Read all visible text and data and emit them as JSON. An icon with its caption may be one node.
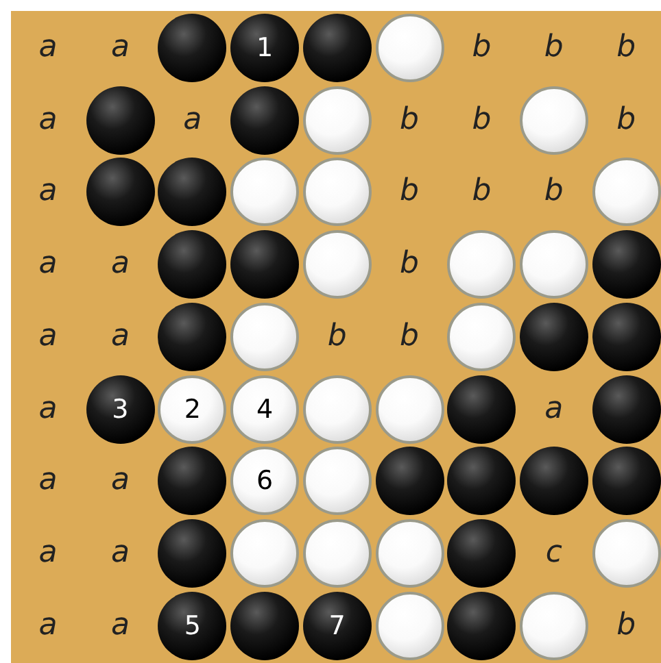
{
  "diagram": {
    "nodes": [
      {
        "text": [],
        "shape": "circle"
      },
      {
        "text": [
          "1"
        ]
      },
      {
        "text": [],
        "shape": "circle"
      },
      {
        "text": [],
        "shape": "circle"
      },
      {
        "text": [],
        "shape": "circle"
      },
      {
        "text": [],
        "shape": "circle"
      },
      {
        "text": [],
        "shape": "circle"
      },
      {
        "text": [],
        "shape": "circle"
      },
      {
        "text": [],
        "shape": "circle"
      },
      {
        "text": [],
        "shape": "circle"
      },
      {
        "text": [],
        "shape": "circle"
      },
      {
        "text": [],
        "shape": "circle"
      },
      {
        "text": [],
        "shape": "circle"
      },
      {
        "text": [],
        "shape": "circle"
      },
      {
        "text": [],
        "shape": "circle"
      },
      {
        "text": [],
        "shape": "circle"
      },
      {
        "text": [],
        "shape": "circle"
      },
      {
        "text": [],
        "shape": "circle"
      },
      {
        "text": [],
        "shape": "circle"
      },
      {
        "text": [],
        "shape": "circle"
      },
      {
        "text": [],
        "shape": "circle"
      },
      {
        "text": [],
        "shape": "circle"
      },
      {
        "text": [],
        "shape": "circle"
      },
      {
        "text": [],
        "shape": "circle"
      },
      {
        "text": [
          "3"
        ]
      },
      {
        "text": [
          "2"
        ]
      },
      {
        "text": [
          "4"
        ]
      },
      {
        "text": [],
        "shape": "circle"
      },
      {
        "text": [],
        "shape": "circle"
      },
      {
        "text": [],
        "shape": "circle"
      },
      {
        "text": [],
        "shape": "circle"
      },
      {
        "text": [],
        "shape": "circle"
      },
      {
        "text": [
          "6"
        ]
      },
      {
        "text": [],
        "shape": "circle"
      },
      {
        "text": [],
        "shape": "circle"
      },
      {
        "text": [],
        "shape": "circle"
      },
      {
        "text": [],
        "shape": "circle"
      },
      {
        "text": [],
        "shape": "circle"
      },
      {
        "text": [],
        "shape": "circle"
      },
      {
        "text": [],
        "shape": "circle"
      },
      {
        "text": [],
        "shape": "circle"
      },
      {
        "text": [],
        "shape": "circle"
      },
      {
        "text": [],
        "shape": "circle"
      },
      {
        "text": [],
        "shape": "circle"
      },
      {
        "text": [
          "5"
        ]
      },
      {
        "text": [],
        "shape": "circle"
      },
      {
        "text": [
          "7"
        ]
      },
      {
        "text": [],
        "shape": "circle"
      },
      {
        "text": [],
        "shape": "circle"
      },
      {
        "text": [],
        "shape": "circle"
      }
    ],
    "labels": [
      "a",
      "a",
      "b",
      "b",
      "b",
      "a",
      "a",
      "b",
      "b",
      "b",
      "a",
      "b",
      "b",
      "b",
      "a",
      "a",
      "b",
      "a",
      "a",
      "b",
      "b",
      "a",
      "a",
      "a",
      "a",
      "a",
      "a",
      "c",
      "a",
      "a",
      "b"
    ]
  }
}
